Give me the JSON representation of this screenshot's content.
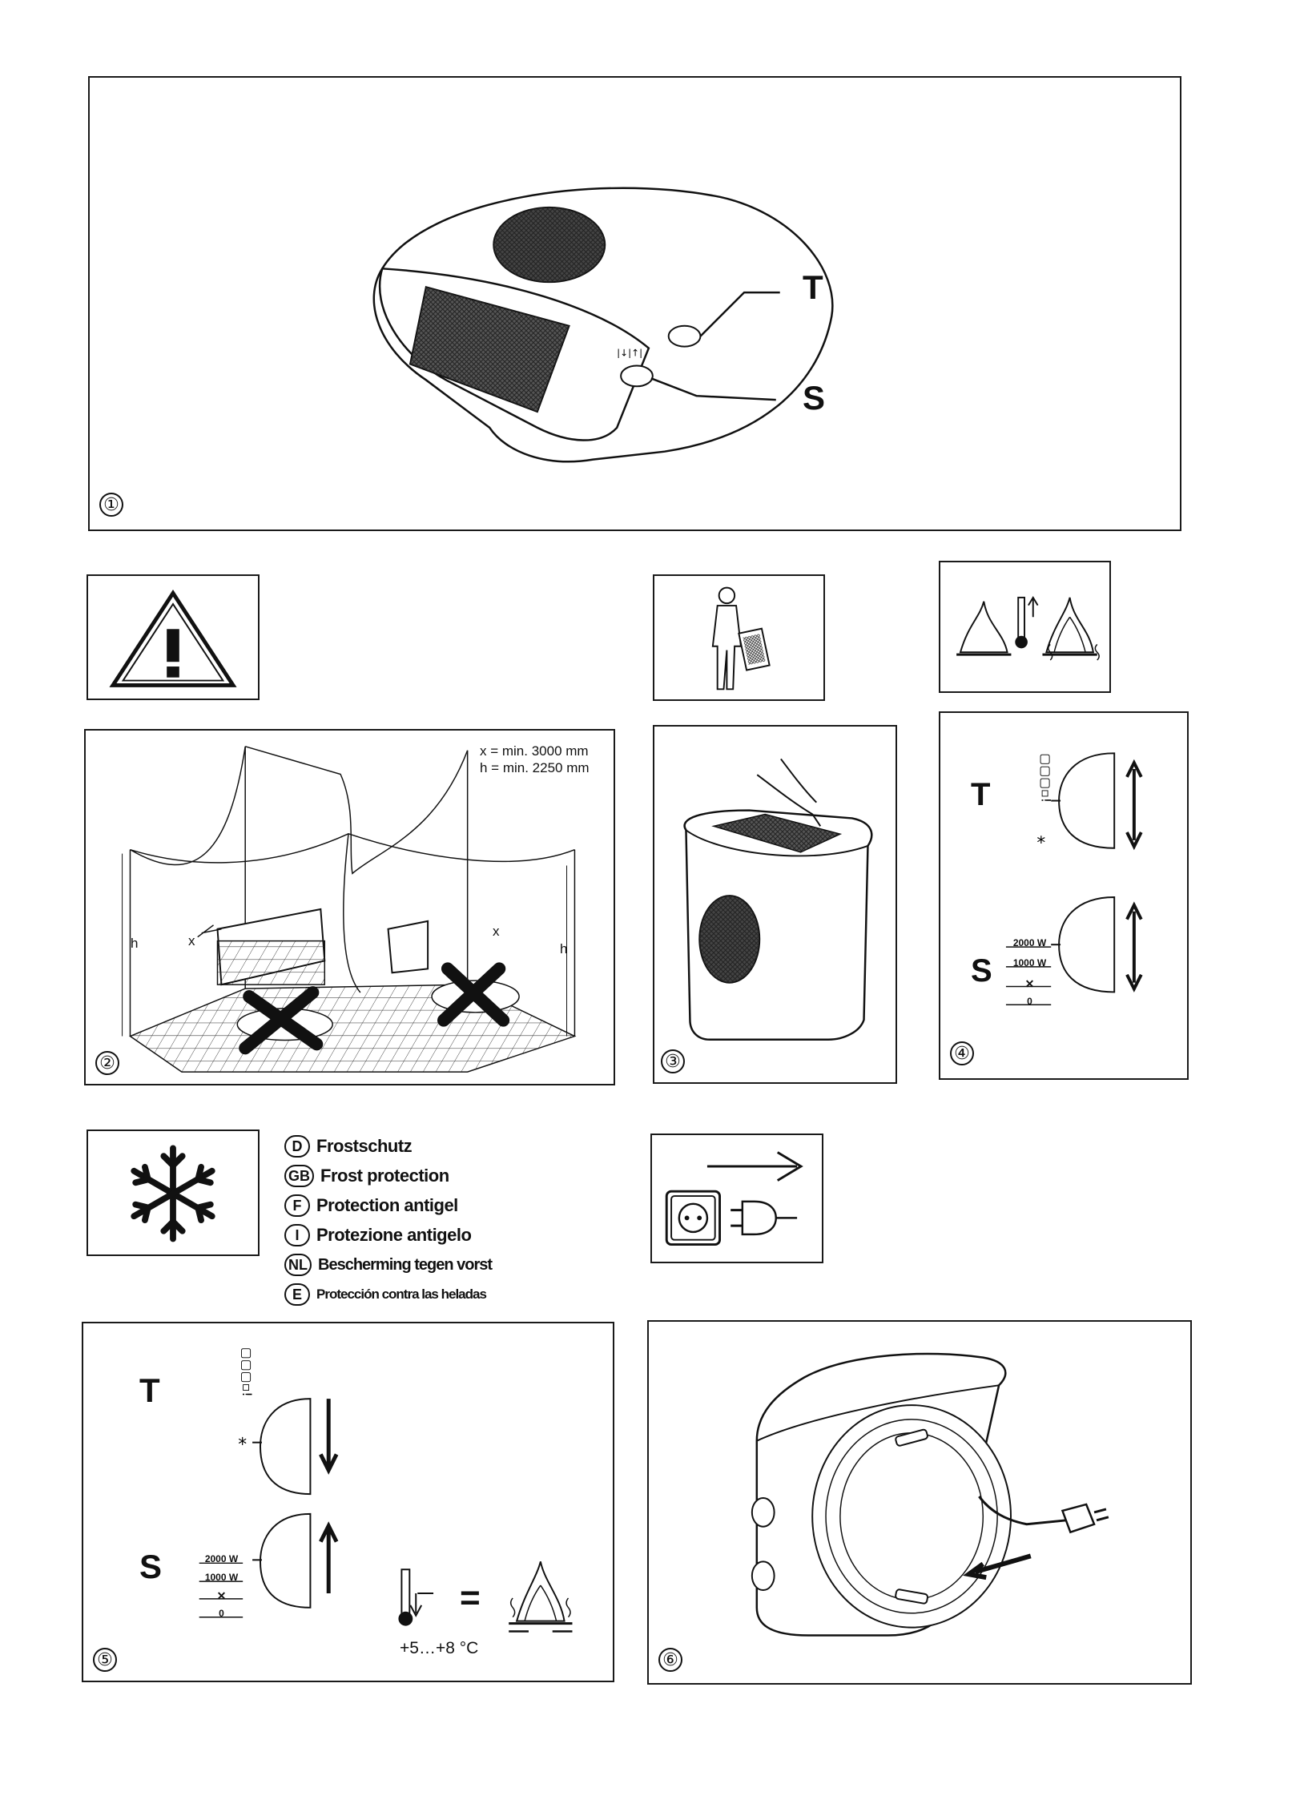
{
  "panel1": {
    "number": "①",
    "label_t": "T",
    "label_s": "S"
  },
  "panel2": {
    "number": "②",
    "dim_x": "x = min. 3000 mm",
    "dim_h": "h = min. 2250 mm",
    "mark_x": "x",
    "mark_h": "h"
  },
  "panel3": {
    "number": "③"
  },
  "panel4": {
    "number": "④",
    "label_t": "T",
    "label_s": "S",
    "levels": [
      "2000 W",
      "1000 W",
      "✕",
      "0"
    ]
  },
  "panel5": {
    "number": "⑤",
    "label_t": "T",
    "label_s": "S",
    "levels": [
      "2000 W",
      "1000 W",
      "✕",
      "0"
    ],
    "temp": "+5…+8 °C",
    "equals": "="
  },
  "panel6": {
    "number": "⑥"
  },
  "frost": {
    "languages": [
      {
        "code": "D",
        "text": "Frostschutz"
      },
      {
        "code": "GB",
        "text": "Frost protection"
      },
      {
        "code": "F",
        "text": "Protection antigel"
      },
      {
        "code": "I",
        "text": "Protezione antigelo"
      },
      {
        "code": "NL",
        "text": "Bescherming tegen vorst"
      },
      {
        "code": "E",
        "text": "Protección contra las heladas"
      }
    ]
  },
  "icons": {
    "warning": "warning-icon",
    "carry": "person-carrying-icon",
    "fan": "fan-heat-icon",
    "snowflake": "snowflake-icon",
    "plug": "plug-socket-icon"
  }
}
